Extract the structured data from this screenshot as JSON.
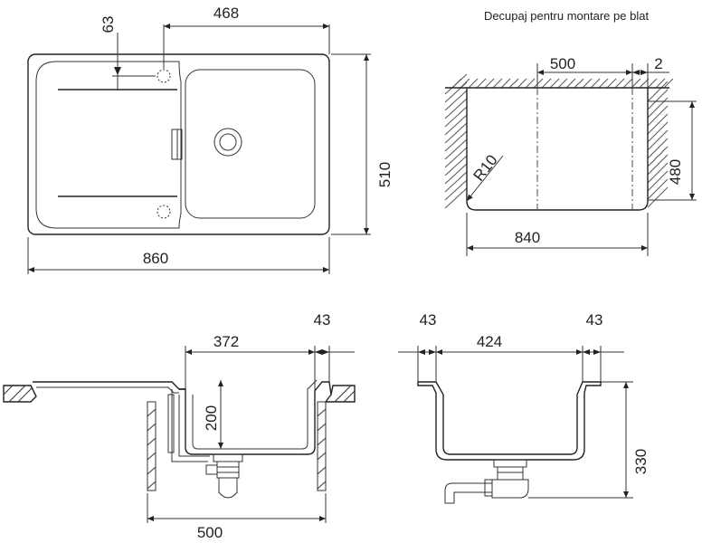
{
  "title": "Decupaj pentru montare pe blat",
  "top_view": {
    "dim_width": "860",
    "dim_depth": "510",
    "dim_bowl_offset": "468",
    "dim_drain_offset": "63"
  },
  "cutout": {
    "dim_inner": "500",
    "dim_gap": "2",
    "dim_width": "840",
    "dim_height": "480",
    "radius": "R10"
  },
  "side_view": {
    "dim_bowl": "372",
    "dim_rim": "43",
    "dim_depth": "200",
    "dim_cabinet": "500"
  },
  "front_view": {
    "dim_rim_left": "43",
    "dim_bowl": "424",
    "dim_rim_right": "43",
    "dim_height": "330"
  }
}
